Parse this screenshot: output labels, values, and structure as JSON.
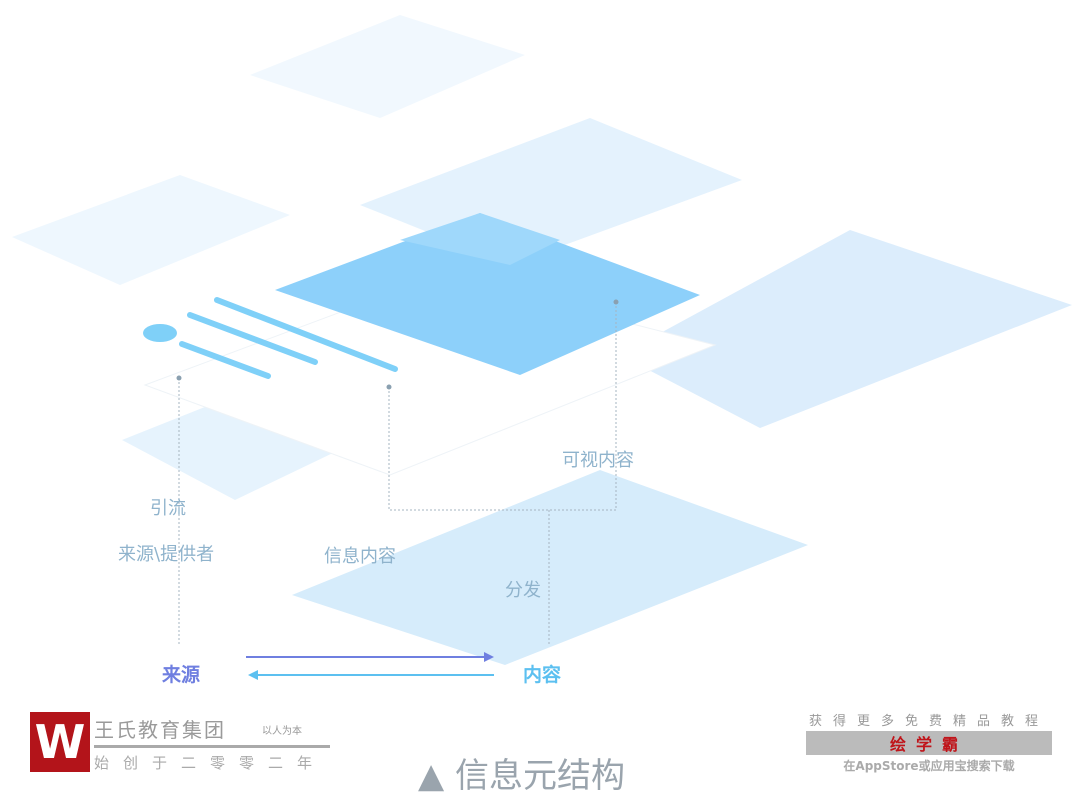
{
  "labels": {
    "visible_content": "可视内容",
    "traffic": "引流",
    "source_provider": "来源\\提供者",
    "info_content": "信息内容",
    "distribute": "分发",
    "source": "来源",
    "content": "内容"
  },
  "caption": "▲ 信息元结构",
  "logo_left": {
    "mark": "W",
    "name": "王氏教育集团",
    "slogan": "以人为本",
    "founded": "始创于二零零二年"
  },
  "logo_right": {
    "line1": "获得更多免费精品教程",
    "brand": "绘学霸",
    "line3": "在AppStore或应用宝搜索下载"
  },
  "colors": {
    "source": "#6f7fe0",
    "content": "#5cc0f0",
    "plate": "#d6ecfb",
    "main": "#8dd0fa"
  }
}
